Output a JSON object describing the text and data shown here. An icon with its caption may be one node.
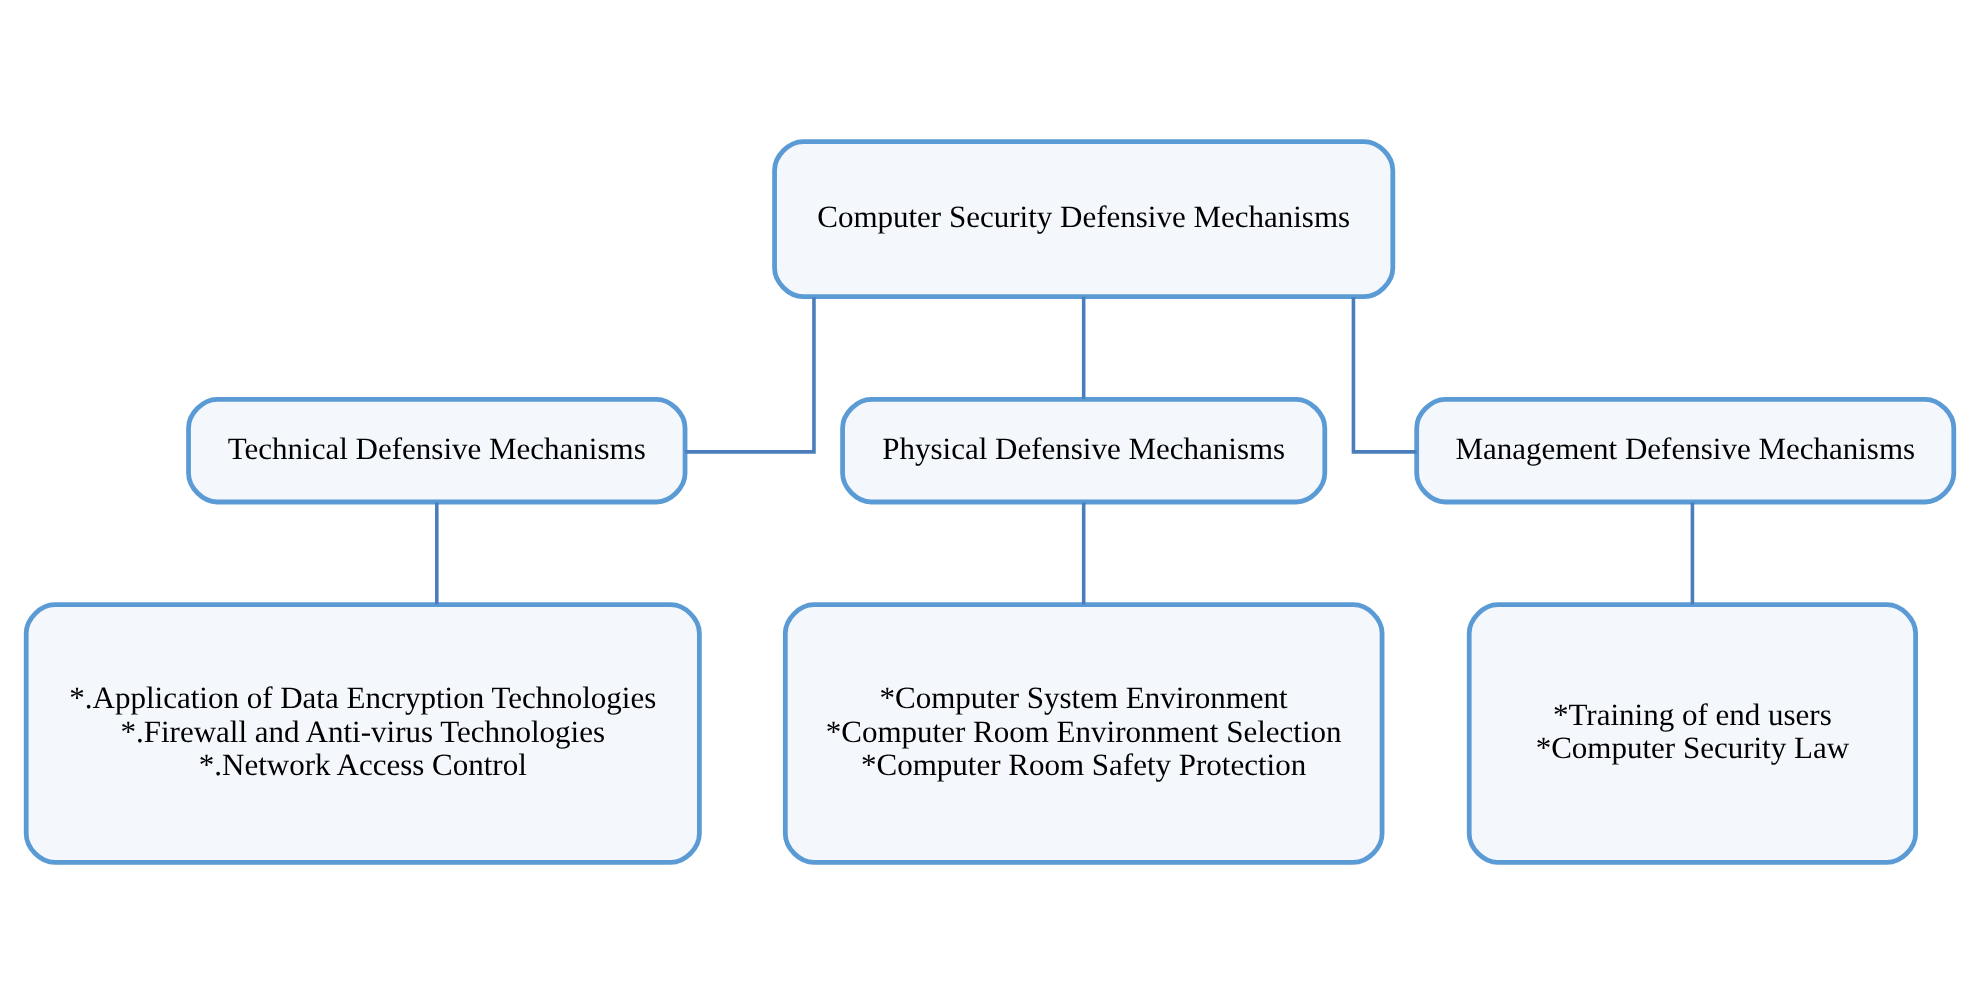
{
  "diagram": {
    "nodes": [
      {
        "text": [
          "Computer Security Defensive Mechanisms"
        ]
      },
      {
        "text": [
          "Technical Defensive Mechanisms"
        ]
      },
      {
        "text": [
          "Physical Defensive Mechanisms"
        ]
      },
      {
        "text": [
          "Management Defensive Mechanisms"
        ]
      },
      {
        "text": [
          "*.Application of Data Encryption Technologies",
          "*.Firewall and Anti-virus Technologies",
          "*.Network Access Control"
        ]
      },
      {
        "text": [
          "*Computer System Environment",
          "*Computer Room Environment Selection",
          "*Computer Room Safety Protection"
        ]
      },
      {
        "text": [
          "*Training of end users",
          "*Computer Security Law"
        ]
      }
    ],
    "edges": [
      {
        "from": 0,
        "to": 1,
        "arrow": "none"
      },
      {
        "from": 0,
        "to": 2,
        "arrow": "none"
      },
      {
        "from": 0,
        "to": 3,
        "arrow": "none"
      },
      {
        "from": 1,
        "to": 4,
        "arrow": "none"
      },
      {
        "from": 2,
        "to": 5,
        "arrow": "none"
      },
      {
        "from": 3,
        "to": 6,
        "arrow": "none"
      }
    ]
  }
}
